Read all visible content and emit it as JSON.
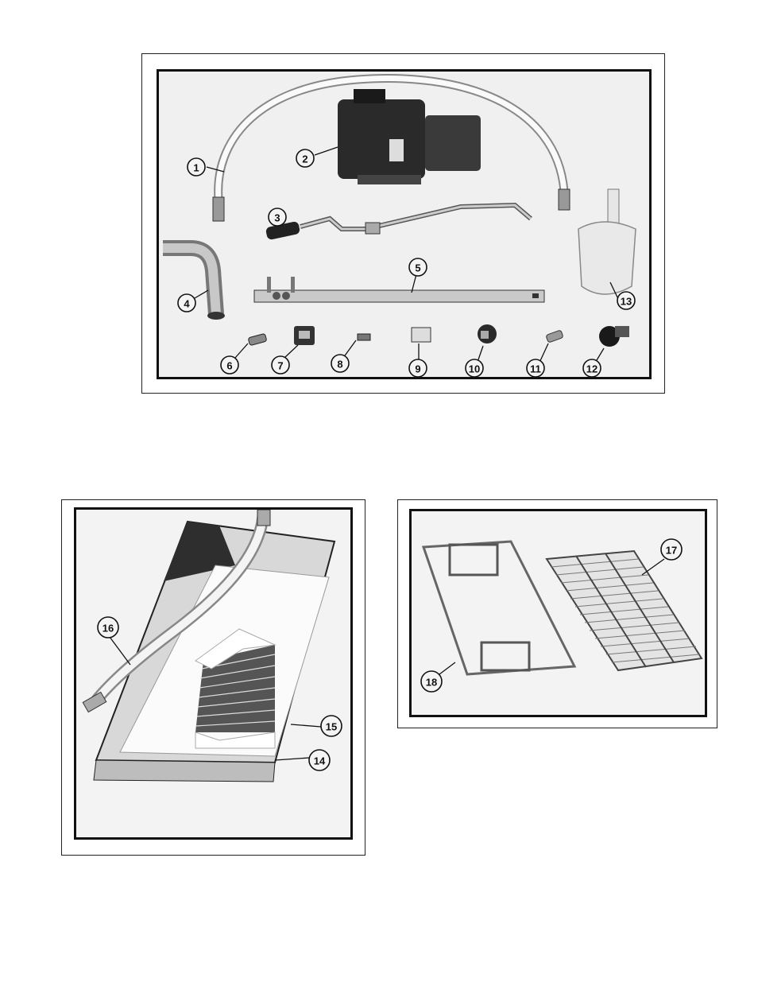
{
  "figures": [
    {
      "id": "parts-overview",
      "callouts": [
        "1",
        "2",
        "3",
        "4",
        "5",
        "6",
        "7",
        "8",
        "9",
        "10",
        "11",
        "12",
        "13"
      ]
    },
    {
      "id": "filter-pan",
      "callouts": [
        "14",
        "15",
        "16"
      ]
    },
    {
      "id": "screen-and-frame",
      "callouts": [
        "17",
        "18"
      ]
    }
  ],
  "labels": {
    "c1": "1",
    "c2": "2",
    "c3": "3",
    "c4": "4",
    "c5": "5",
    "c6": "6",
    "c7": "7",
    "c8": "8",
    "c9": "9",
    "c10": "10",
    "c11": "11",
    "c12": "12",
    "c13": "13",
    "c14": "14",
    "c15": "15",
    "c16": "16",
    "c17": "17",
    "c18": "18"
  },
  "icons": {
    "hose": "flexible-hose-icon",
    "pump": "pump-motor-icon",
    "wand": "wand-handle-icon",
    "pipe": "elbow-pipe-icon",
    "bracket": "mounting-bar-icon",
    "scoop": "scoop-icon",
    "pan": "filter-pan-icon",
    "screen": "screen-grid-icon",
    "frame": "hold-down-frame-icon"
  }
}
